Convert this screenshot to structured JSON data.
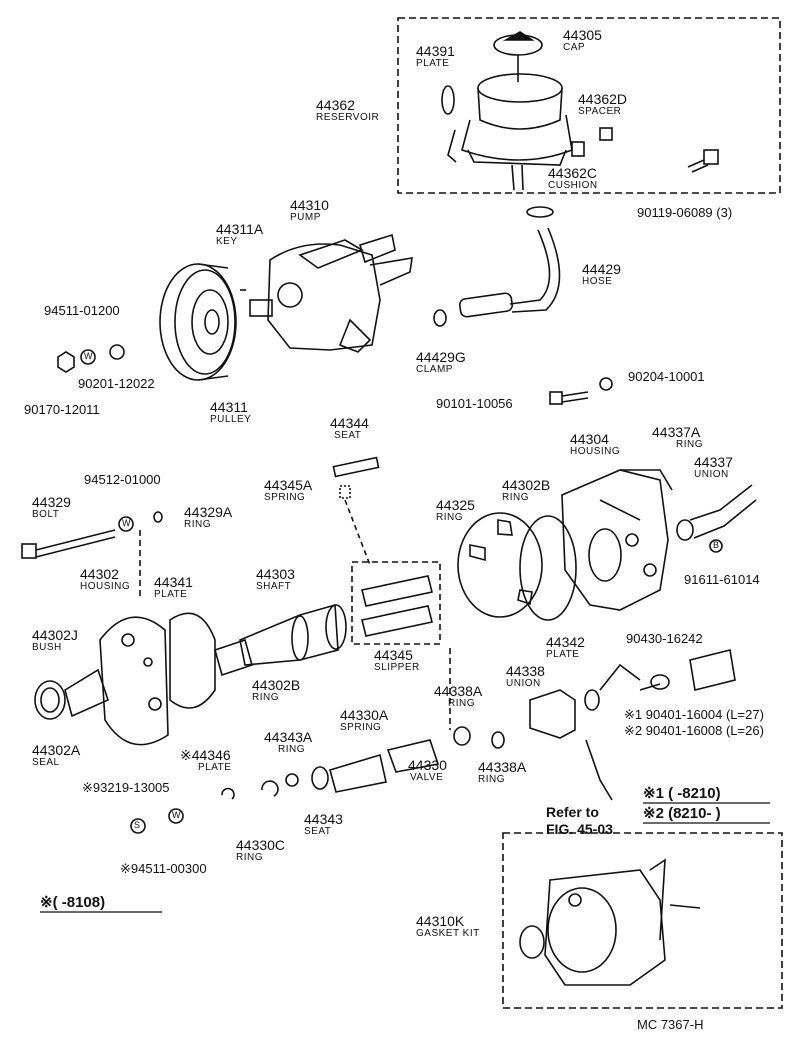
{
  "parts": [
    {
      "number": "44305",
      "name": "CAP"
    },
    {
      "number": "44391",
      "name": "PLATE"
    },
    {
      "number": "44362",
      "name": "RESERVOIR"
    },
    {
      "number": "44362D",
      "name": "SPACER"
    },
    {
      "number": "44362C",
      "name": "CUSHION"
    },
    {
      "number": "90119-06089 (3)"
    },
    {
      "number": "44310",
      "name": "PUMP"
    },
    {
      "number": "44311A",
      "name": "KEY"
    },
    {
      "number": "44429",
      "name": "HOSE"
    },
    {
      "number": "44429G",
      "name": "CLAMP"
    },
    {
      "number": "94511-01200"
    },
    {
      "number": "90201-12022"
    },
    {
      "number": "90170-12011"
    },
    {
      "number": "44311",
      "name": "PULLEY"
    },
    {
      "number": "90204-10001"
    },
    {
      "number": "90101-10056"
    },
    {
      "number": "44344",
      "name": "SEAT"
    },
    {
      "number": "44304",
      "name": "HOUSING"
    },
    {
      "number": "44337A",
      "name": "RING"
    },
    {
      "number": "44337",
      "name": "UNION"
    },
    {
      "number": "91611-61014"
    },
    {
      "number": "44345A",
      "name": "SPRING"
    },
    {
      "number": "94512-01000"
    },
    {
      "number": "44329",
      "name": "BOLT"
    },
    {
      "number": "44329A",
      "name": "RING"
    },
    {
      "number": "44325",
      "name": "RING"
    },
    {
      "number": "44302B",
      "name": "RING"
    },
    {
      "number": "44302",
      "name": "HOUSING"
    },
    {
      "number": "44341",
      "name": "PLATE"
    },
    {
      "number": "44303",
      "name": "SHAFT"
    },
    {
      "number": "44302J",
      "name": "BUSH"
    },
    {
      "number": "44302B",
      "name": "RING"
    },
    {
      "number": "44302A",
      "name": "SEAL"
    },
    {
      "number": "44345",
      "name": "SLIPPER"
    },
    {
      "number": "44342",
      "name": "PLATE"
    },
    {
      "number": "44330A",
      "name": "SPRING"
    },
    {
      "number": "44338A",
      "name": "RING"
    },
    {
      "number": "44338",
      "name": "UNION"
    },
    {
      "number": "90430-16242"
    },
    {
      "number": "44343A",
      "name": "RING"
    },
    {
      "number": "※44346",
      "name": "PLATE"
    },
    {
      "number": "44330",
      "name": "VALVE"
    },
    {
      "number": "44338A",
      "name": "RING"
    },
    {
      "number": "※93219-13005"
    },
    {
      "number": "44343",
      "name": "SEAT"
    },
    {
      "number": "44330C",
      "name": "RING"
    },
    {
      "number": "※94511-00300"
    },
    {
      "number": "※1 90401-16004 (L=27)"
    },
    {
      "number": "※2 90401-16008 (L=26)"
    },
    {
      "number": "44310K",
      "name": "GASKET KIT"
    }
  ],
  "markers": {
    "w": "W",
    "s": "S",
    "b": "B"
  },
  "notes": {
    "refer_to": "Refer to",
    "figure_ref": "FIG. 45-03",
    "note1": "※1 (      -8210)",
    "note2": "※2 (8210-      )",
    "note3": "※(      -8108)",
    "drawing_code": "MC 7367-H"
  }
}
